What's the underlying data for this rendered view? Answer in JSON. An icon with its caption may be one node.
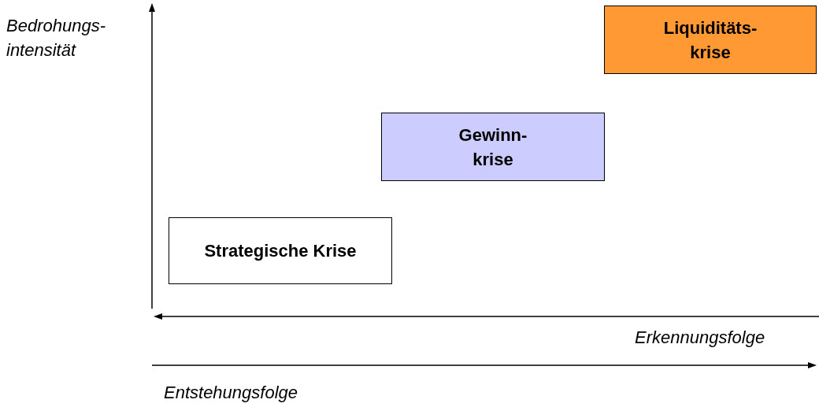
{
  "diagram": {
    "nodes": [
      {
        "text": [
          "Liquiditäts- krise"
        ]
      },
      {
        "text": [
          "Gewinn- krise"
        ]
      },
      {
        "text": [
          "Strategische Krise"
        ]
      }
    ],
    "labels": [
      "Bedrohungs- intensität",
      "Erkennungsfolge",
      "Entstehungsfolge"
    ]
  }
}
